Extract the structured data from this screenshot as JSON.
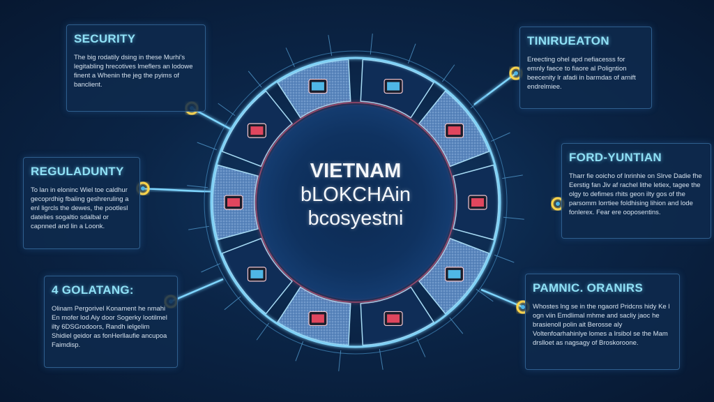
{
  "center_title": {
    "line1": "VIETNAM",
    "line2": "bLOKCHAin",
    "line3": "bcosyestni"
  },
  "panels": [
    {
      "id": "security",
      "title": "SECURITY",
      "body": "The big rodatily dsing in these Murhi's legitabling hrecotives lmeflers an lodowe finent a Whenin the jeg the pyims of banclient."
    },
    {
      "id": "tinirueaton",
      "title": "TINIRUEATON",
      "body": "Ereecting ohel apd nefiacesss for emnly faece to fiaore al Poligntion beecenity lr afadi in barmdas of arnift endrelmiee."
    },
    {
      "id": "reguladunty",
      "title": "REGULADUNTY",
      "body": "To lan in eloninc Wiel toe caldhur gecoprdhig fbaling geshreruling a enl ligrcls the dewes, the pootlesl datelies sogaltio sdalbal or capnned and lin a Loonk."
    },
    {
      "id": "ford-yuntian",
      "title": "FORD-YUNTIAN",
      "body": "Tharr fie ooicho of lnrinhie on Slrve Dadie fhe Eerstig fan Jiv af rachel lithe letiex, tagee the olgy to defimes rhits geon ilty gos of the parsomm lorrtiee foldhising lihion and lode fonlerex. Fear ere ooposentins."
    },
    {
      "id": "4-golatang",
      "title": "4 GOLATANG:",
      "body": "Olinam Pergorivel Konament he nmahi En mofer lod Aiy door Sogerky lootilmel ilty 6DSGrodoors, Randh ielgelim Shidiel geidor as fonHerllaufie ancupoa Faimdisp."
    },
    {
      "id": "pamnic-oranirs",
      "title": "PAMNIC. ORANIRS",
      "body": "Whostes lng se in the ngaord Pridcns hidy Ke l ogn viin Emdlimal mhme and sacliy jaoc he brasienoll polin ait Berosse aly Voltenfoarhahinlye lomes a lrsibol se the Mam drslloet as nagsagy of Broskoroone."
    }
  ],
  "colors": {
    "ring": "#6cc3f0",
    "accent_yellow": "#ffd54a",
    "inner_glow": "#e05a7a",
    "panel_title": "#8fe0f5"
  }
}
